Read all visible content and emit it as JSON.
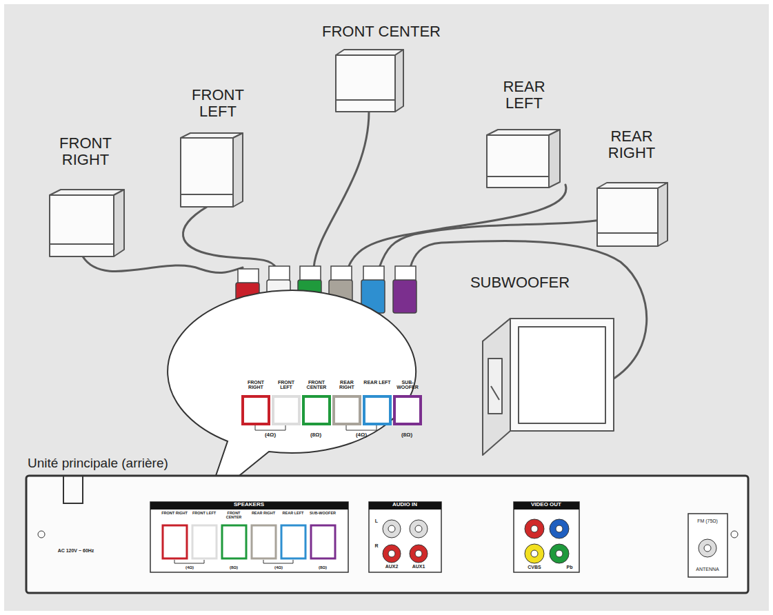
{
  "diagram": {
    "nodes": [
      {
        "text": [
          "FRONT RIGHT"
        ]
      },
      {
        "text": [
          "FRONT LEFT"
        ]
      },
      {
        "text": [
          "FRONT CENTER"
        ]
      },
      {
        "text": [
          "REAR LEFT"
        ]
      },
      {
        "text": [
          "REAR RIGHT"
        ]
      },
      {
        "text": [
          "SUBWOOFER"
        ]
      },
      {
        "text": [
          "Unité principale (arrière)"
        ]
      },
      {
        "text": [
          "SPEAKERS"
        ],
        "in": 6
      },
      {
        "text": [
          "AUDIO IN"
        ],
        "in": 6
      },
      {
        "text": [
          "VIDEO OUT"
        ],
        "in": 6
      },
      {
        "text": [
          "FM (75Ω)",
          "ANTENNA"
        ],
        "in": 6
      }
    ],
    "labels": [
      "FRONT RIGHT",
      "FRONT LEFT",
      "FRONT CENTER",
      "REAR RIGHT",
      "REAR LEFT",
      "SUB-WOOFER",
      "(4Ω)",
      "(8Ω)",
      "(4Ω)",
      "(8Ω)",
      "FRONT RIGHT",
      "FRONT LEFT",
      "FRONT CENTER",
      "REAR RIGHT",
      "REAR LEFT",
      "SUB-WOOFER",
      "(4Ω)",
      "(8Ω)",
      "(4Ω)",
      "(8Ω)",
      "AC 120V ~ 60Hz",
      "AUX2",
      "AUX1",
      "L",
      "R",
      "CVBS",
      "Pb"
    ]
  }
}
